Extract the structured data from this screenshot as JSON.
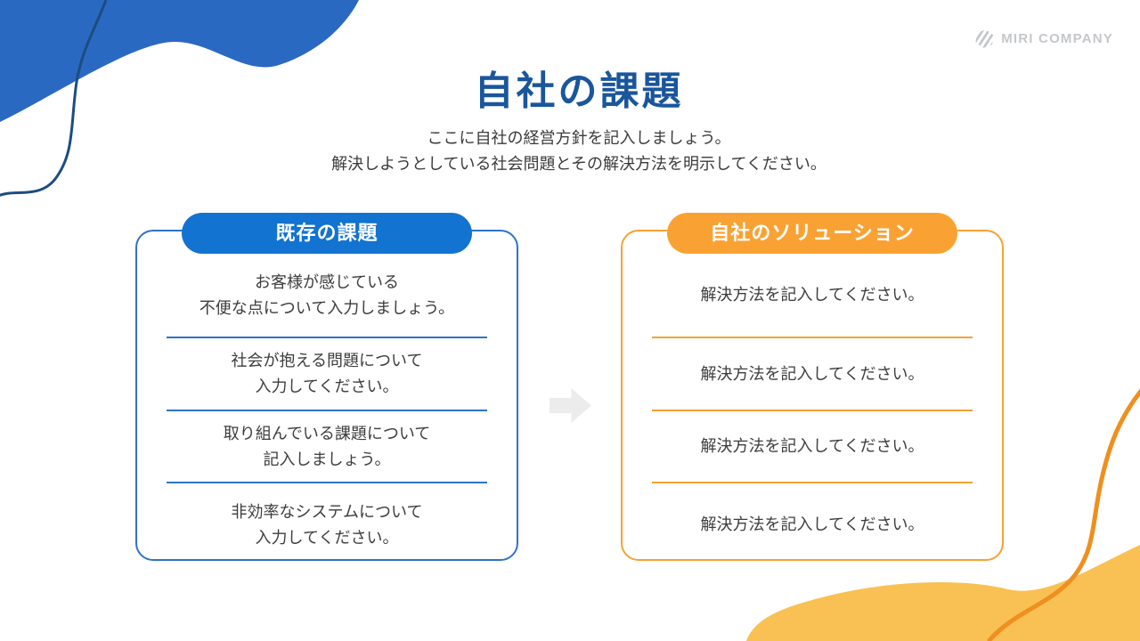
{
  "logo": {
    "text": "MIRI COMPANY",
    "icon": "striped-hexagon-emblem"
  },
  "title": "自社の課題",
  "subtitle_line1": "ここに自社の経営方針を記入しましょう。",
  "subtitle_line2": "解決しようとしている社会問題とその解決方法を明示してください。",
  "left_panel": {
    "header": "既存の課題",
    "items": [
      {
        "line1": "お客様が感じている",
        "line2": "不便な点について入力しましょう。"
      },
      {
        "line1": "社会が抱える問題について",
        "line2": "入力してください。"
      },
      {
        "line1": "取り組んでいる課題について",
        "line2": "記入しましょう。"
      },
      {
        "line1": "非効率なシステムについて",
        "line2": "入力してください。"
      }
    ]
  },
  "right_panel": {
    "header": "自社のソリューション",
    "items": [
      {
        "line1": "解決方法を記入してください。"
      },
      {
        "line1": "解決方法を記入してください。"
      },
      {
        "line1": "解決方法を記入してください。"
      },
      {
        "line1": "解決方法を記入してください。"
      }
    ]
  },
  "colors": {
    "title": "#1a569c",
    "blue_accent": "#1273d0",
    "blue_border": "#2e73c8",
    "orange_accent": "#f9a233",
    "orange_border": "#f5a233",
    "blob_blue": "#2a69c2",
    "blob_line_blue": "#1c4c80",
    "blob_orange": "#f9c153",
    "blob_line_orange": "#ef8f1f",
    "arrow_gray": "#ececec",
    "logo_gray": "#c5c7cb"
  }
}
